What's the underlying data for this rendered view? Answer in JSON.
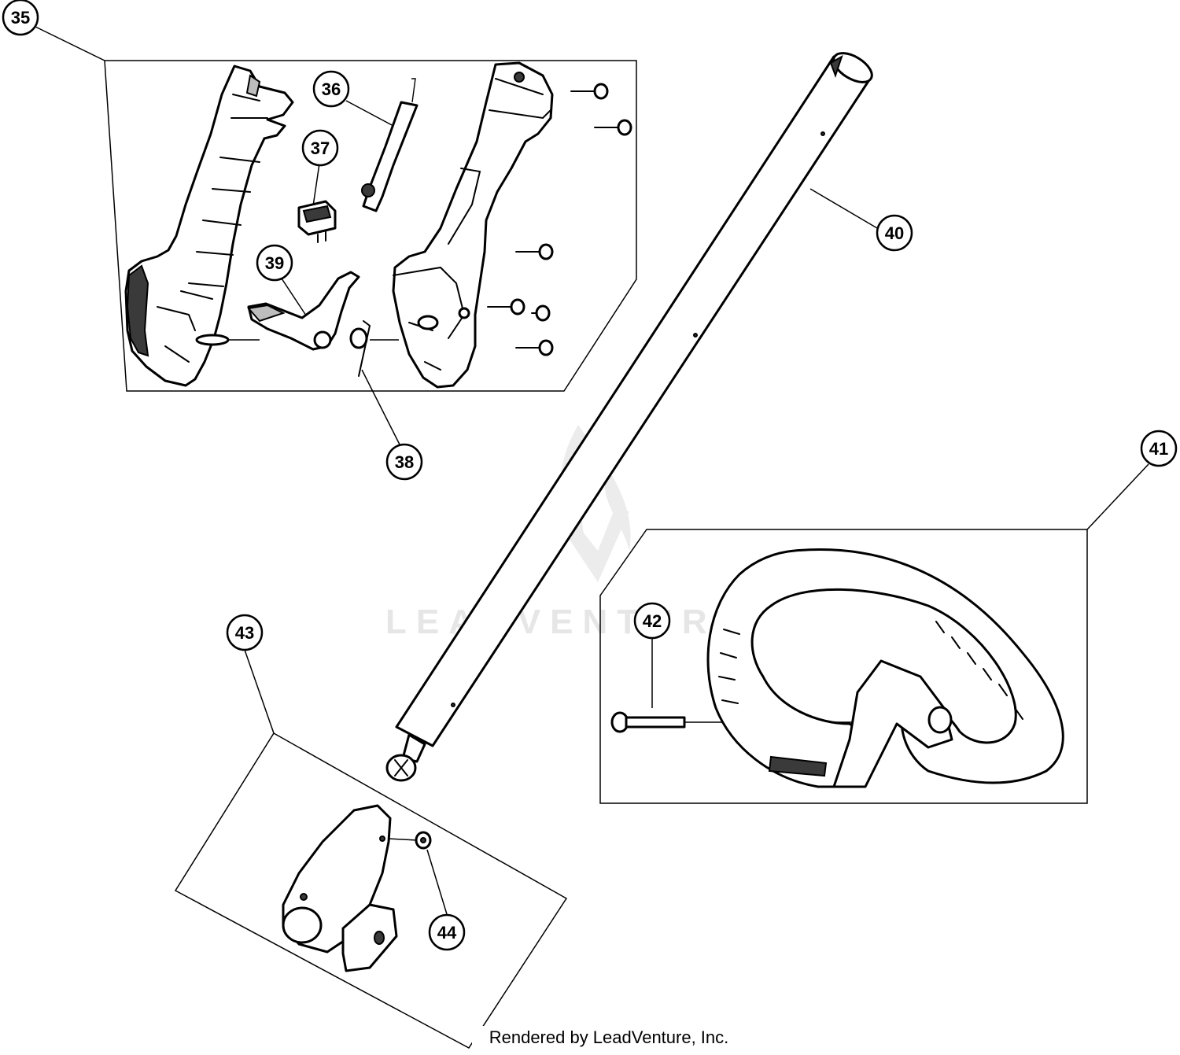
{
  "callouts": {
    "c35": "35",
    "c36": "36",
    "c37": "37",
    "c38": "38",
    "c39": "39",
    "c40": "40",
    "c41": "41",
    "c42": "42",
    "c43": "43",
    "c44": "44"
  },
  "watermark": "LEADVENTURE",
  "footer": "Rendered by LeadVenture, Inc."
}
